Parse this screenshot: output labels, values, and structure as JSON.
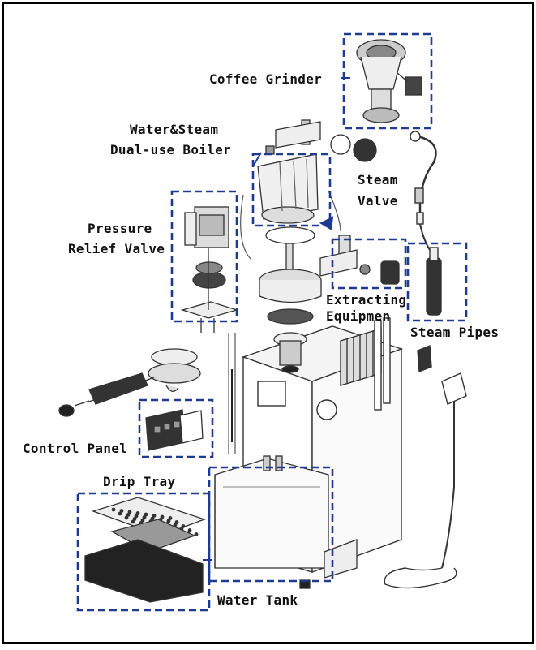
{
  "colors": {
    "border": "#000000",
    "dashed_box": "#1f3a93",
    "line": "#333333",
    "fill_light": "#e9e9e9",
    "fill_mid": "#bdbdbd",
    "fill_dark": "#222222"
  },
  "labels": {
    "coffee_grinder": "Coffee Grinder",
    "boiler_line1": "Water&Steam",
    "boiler_line2": "Dual-use Boiler",
    "steam_valve_line1": "Steam",
    "steam_valve_line2": "Valve",
    "pressure_line1": "Pressure",
    "pressure_line2": "Relief Valve",
    "extracting_line1": "Extracting",
    "extracting_line2": "Equipmen",
    "steam_pipes": "Steam Pipes",
    "control_panel": "Control Panel",
    "drip_tray": "Drip Tray",
    "water_tank": "Water Tank"
  },
  "icons": {
    "grinder": "coffee-grinder-icon",
    "boiler": "boiler-icon",
    "pump": "pressure-relief-valve-icon",
    "extract": "extracting-equipment-icon",
    "pipe": "steam-pipe-icon",
    "panel": "control-panel-icon",
    "tray": "drip-tray-icon",
    "tank": "water-tank-icon"
  }
}
